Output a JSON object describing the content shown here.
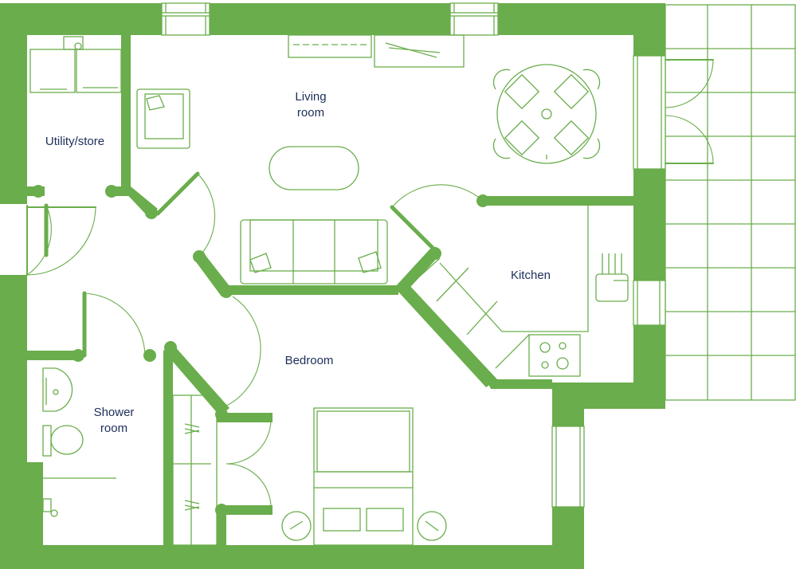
{
  "plan": {
    "rooms": {
      "living_line1": "Living",
      "living_line2": "room",
      "utility": "Utility/store",
      "kitchen": "Kitchen",
      "bedroom": "Bedroom",
      "shower_line1": "Shower",
      "shower_line2": "room"
    },
    "colors": {
      "wall": "#6aad4c",
      "label_text": "#1c2e5a",
      "background": "#ffffff"
    },
    "icons": [
      "sofa-icon",
      "armchair-icon",
      "coffee-table-icon",
      "dining-table-icon",
      "bed-icon",
      "hob-icon",
      "sink-icon",
      "toilet-icon",
      "basin-icon",
      "wardrobe-icon",
      "terrace-icon"
    ]
  }
}
